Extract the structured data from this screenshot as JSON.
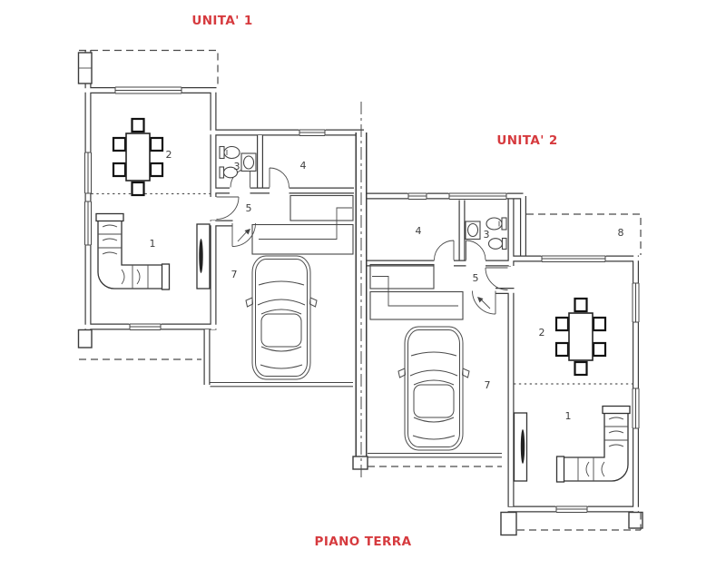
{
  "plan": {
    "floor_label": "PIANO TERRA",
    "accent_color": "#d63a3e",
    "line_color": "#3b3b3b"
  },
  "unit1": {
    "title": "UNITA' 1",
    "rooms": {
      "living": "1",
      "dining": "2",
      "bath": "3",
      "bedroom": "4",
      "hall": "5",
      "garage": "7"
    }
  },
  "unit2": {
    "title": "UNITA' 2",
    "rooms": {
      "living": "1",
      "dining": "2",
      "bath": "3",
      "bedroom": "4",
      "hall": "5",
      "garage": "7",
      "porch": "8"
    }
  }
}
